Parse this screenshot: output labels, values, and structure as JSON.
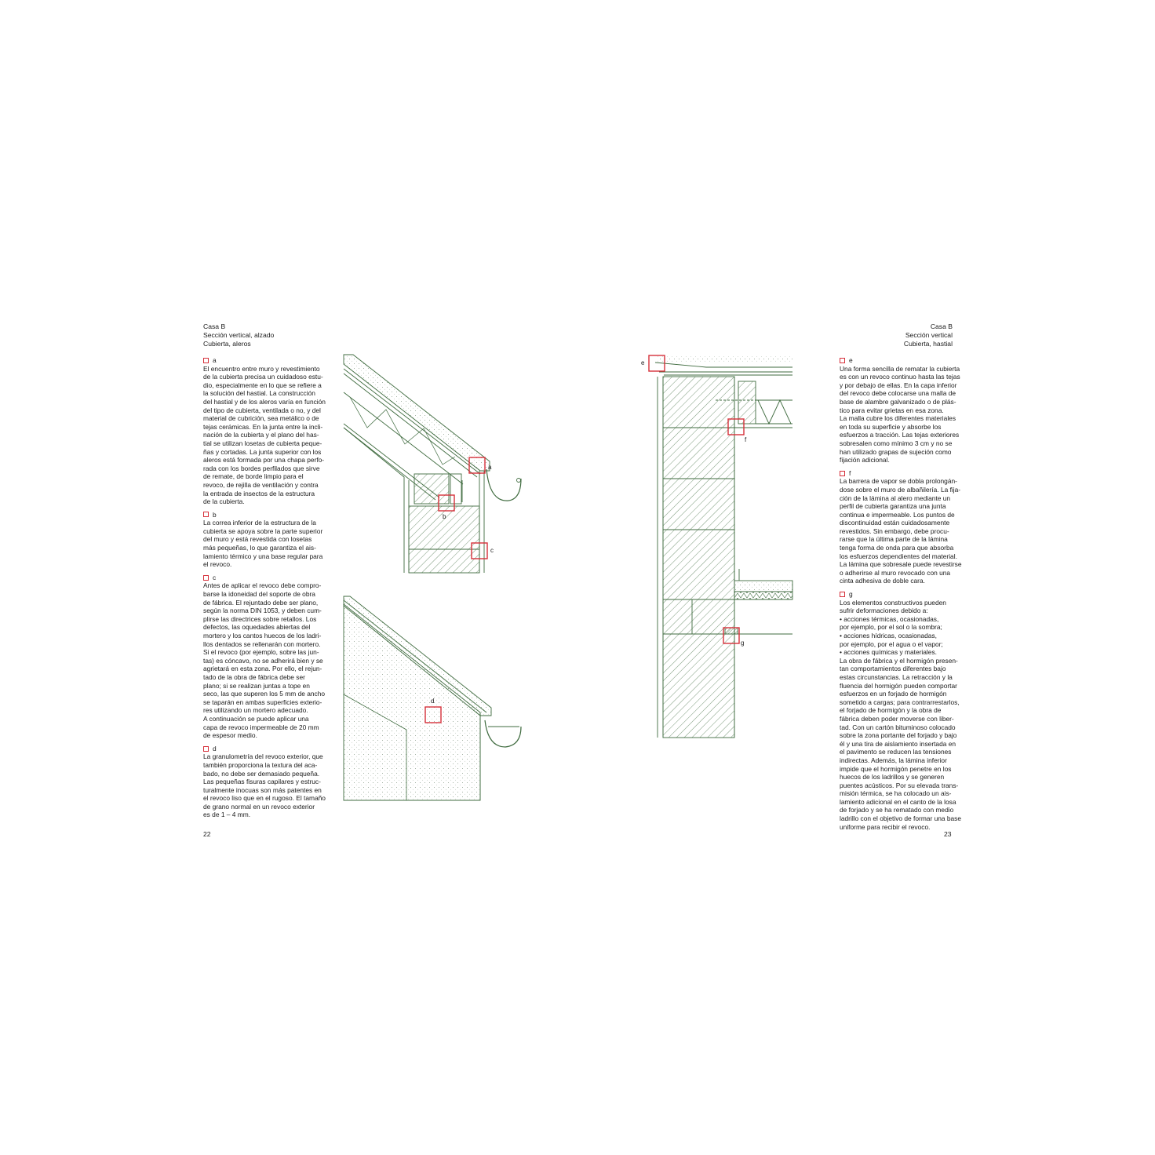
{
  "left_page": {
    "header": [
      "Casa B",
      "Sección vertical, alzado",
      "Cubierta, aleros"
    ],
    "page_number": "22",
    "notes": [
      {
        "label": "a",
        "lines": [
          "El encuentro entre muro y revestimiento",
          "de la cubierta precisa un cuidadoso estu-",
          "dio, especialmente en lo que se refiere a",
          "la solución del hastial. La construcción",
          "del hastial y de los aleros varía en función",
          "del tipo de cubierta, ventilada o no, y del",
          "material de cubrición, sea metálico o de",
          "tejas cerámicas. En la junta entre la incli-",
          "nación de la cubierta y el plano del has-",
          "tial se utilizan losetas de cubierta peque-",
          "ñas y cortadas. La junta superior con los",
          "aleros está formada por una chapa perfo-",
          "rada con los bordes perfilados que sirve",
          "de remate, de borde limpio para el",
          "revoco, de rejilla de ventilación y contra",
          "la entrada de insectos de la estructura",
          "de la cubierta."
        ]
      },
      {
        "label": "b",
        "lines": [
          "La correa inferior de la estructura de la",
          "cubierta se apoya sobre la parte superior",
          "del muro y está revestida con losetas",
          "más pequeñas, lo que garantiza el ais-",
          "lamiento térmico y una base regular para",
          "el revoco."
        ]
      },
      {
        "label": "c",
        "lines": [
          "Antes de aplicar el revoco debe compro-",
          "barse la idoneidad del soporte de obra",
          "de fábrica. El rejuntado debe ser plano,",
          "según la norma DIN 1053, y deben cum-",
          "plirse las directrices sobre retallos. Los",
          "defectos, las oquedades abiertas del",
          "mortero y los cantos huecos de los ladri-",
          "llos dentados se rellenarán con mortero.",
          "Si el revoco (por ejemplo, sobre las jun-",
          "tas) es cóncavo, no se adherirá bien y se",
          "agrietará en esta zona. Por ello, el rejun-",
          "tado de la obra de fábrica debe ser",
          "plano; si se realizan juntas a tope en",
          "seco, las que superen los 5 mm de ancho",
          "se taparán en ambas superficies exterio-",
          "res utilizando un mortero adecuado.",
          "A continuación se puede aplicar una",
          "capa de revoco impermeable de 20 mm",
          "de espesor medio."
        ]
      },
      {
        "label": "d",
        "lines": [
          "La granulometría del revoco exterior, que",
          "también proporciona la textura del aca-",
          "bado, no debe ser demasiado pequeña.",
          "Las pequeñas fisuras capilares y estruc-",
          "turalmente inocuas son más patentes en",
          "el revoco liso que en el rugoso. El tamaño",
          "de grano normal en un revoco exterior",
          "es de 1 – 4 mm."
        ]
      }
    ]
  },
  "right_page": {
    "header": [
      "Casa B",
      "Sección vertical",
      "Cubierta, hastial"
    ],
    "page_number": "23",
    "notes": [
      {
        "label": "e",
        "lines": [
          "Una forma sencilla de rematar la cubierta",
          "es con un revoco continuo hasta las tejas",
          "y por debajo de ellas. En la capa inferior",
          "del revoco debe colocarse una malla de",
          "base de alambre galvanizado o de plás-",
          "tico para evitar grietas en esa zona.",
          "La malla cubre los diferentes materiales",
          "en toda su superficie y absorbe los",
          "esfuerzos a tracción. Las tejas exteriores",
          "sobresalen como mínimo 3 cm y no se",
          "han utilizado grapas de sujeción como",
          "fijación adicional."
        ]
      },
      {
        "label": "f",
        "lines": [
          "La barrera de vapor se dobla prolongán-",
          "dose sobre el muro de albañilería. La fija-",
          "ción de la lámina al alero mediante un",
          "perfil de cubierta garantiza una junta",
          "continua e impermeable. Los puntos de",
          "discontinuidad están cuidadosamente",
          "revestidos. Sin embargo, debe procu-",
          "rarse que la última parte de la lámina",
          "tenga forma de onda para que absorba",
          "los esfuerzos dependientes del material.",
          "La lámina que sobresale puede revestirse",
          "o adherirse al muro revocado con una",
          "cinta adhesiva de doble cara."
        ]
      },
      {
        "label": "g",
        "lines": [
          "Los elementos constructivos pueden",
          "sufrir deformaciones debido a:",
          "•  acciones térmicas, ocasionadas,",
          "   por ejemplo, por el sol o la sombra;",
          "•  acciones hídricas, ocasionadas,",
          "   por ejemplo, por el agua o el vapor;",
          "•  acciones químicas y materiales.",
          "La obra de fábrica y el hormigón presen-",
          "tan comportamientos diferentes bajo",
          "estas circunstancias. La retracción y la",
          "fluencia del hormigón pueden comportar",
          "esfuerzos en un forjado de hormigón",
          "sometido a cargas; para contrarrestarlos,",
          "el forjado de hormigón y la obra de",
          "fábrica deben poder moverse con liber-",
          "tad. Con un cartón bituminoso colocado",
          "sobre la zona portante del forjado y bajo",
          "él y una tira de aislamiento insertada en",
          "el pavimento se reducen las tensiones",
          "indirectas. Además, la lámina inferior",
          "impide que el hormigón penetre en los",
          "huecos de los ladrillos y se generen",
          "puentes acústicos. Por su elevada trans-",
          "misión térmica, se ha colocado un ais-",
          "lamiento adicional en el canto de la losa",
          "de forjado y se ha rematado con medio",
          "ladrillo con el objetivo de formar una base",
          "uniforme para recibir el revoco."
        ]
      }
    ]
  },
  "drawing_labels": {
    "a": "a",
    "b": "b",
    "c": "c",
    "d": "d",
    "e": "e",
    "f": "f",
    "g": "g"
  },
  "colors": {
    "line": "#3f6b3f",
    "marker": "#d6303a",
    "text": "#1a1a1a"
  }
}
